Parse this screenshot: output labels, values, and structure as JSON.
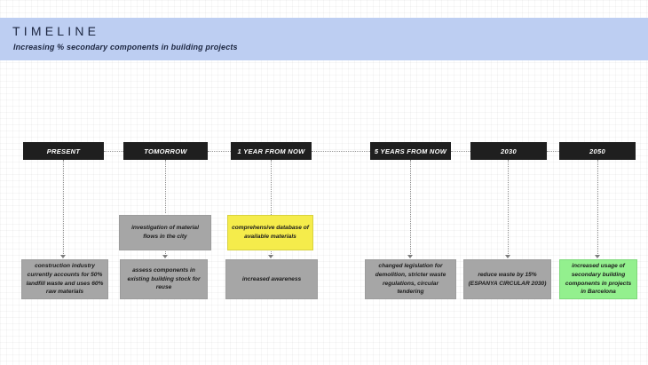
{
  "header": {
    "title": "TIMELINE",
    "subtitle": "Increasing % secondary components in building projects",
    "band_color": "#bdcef2"
  },
  "timeline": {
    "milestones": [
      {
        "label": "PRESENT"
      },
      {
        "label": "TOMORROW"
      },
      {
        "label": "1 YEAR FROM NOW"
      },
      {
        "label": "5 YEARS FROM NOW"
      },
      {
        "label": "2030"
      },
      {
        "label": "2050"
      }
    ]
  },
  "cards": {
    "middle": [
      {
        "text": "investigation of material flows in the city",
        "color": "#a6a6a6"
      },
      {
        "text": "comprehensive database of available materials",
        "color": "#f5ec4b"
      }
    ],
    "bottom": [
      {
        "text": "construction industry currently accounts for 50% landfill waste and uses 60% raw materials",
        "color": "#a6a6a6"
      },
      {
        "text": "assess components in existing building stock for reuse",
        "color": "#a6a6a6"
      },
      {
        "text": "increased awareness",
        "color": "#a6a6a6"
      },
      {
        "text": "changed legislation for demolition, stricter waste regulations, circular tendering",
        "color": "#a6a6a6"
      },
      {
        "text": "reduce waste by 15% (ESPANYA CIRCULAR 2030)",
        "color": "#a6a6a6"
      },
      {
        "text": "increased usage of secondary building components in projects in Barcelona",
        "color": "#93f08e"
      }
    ]
  }
}
